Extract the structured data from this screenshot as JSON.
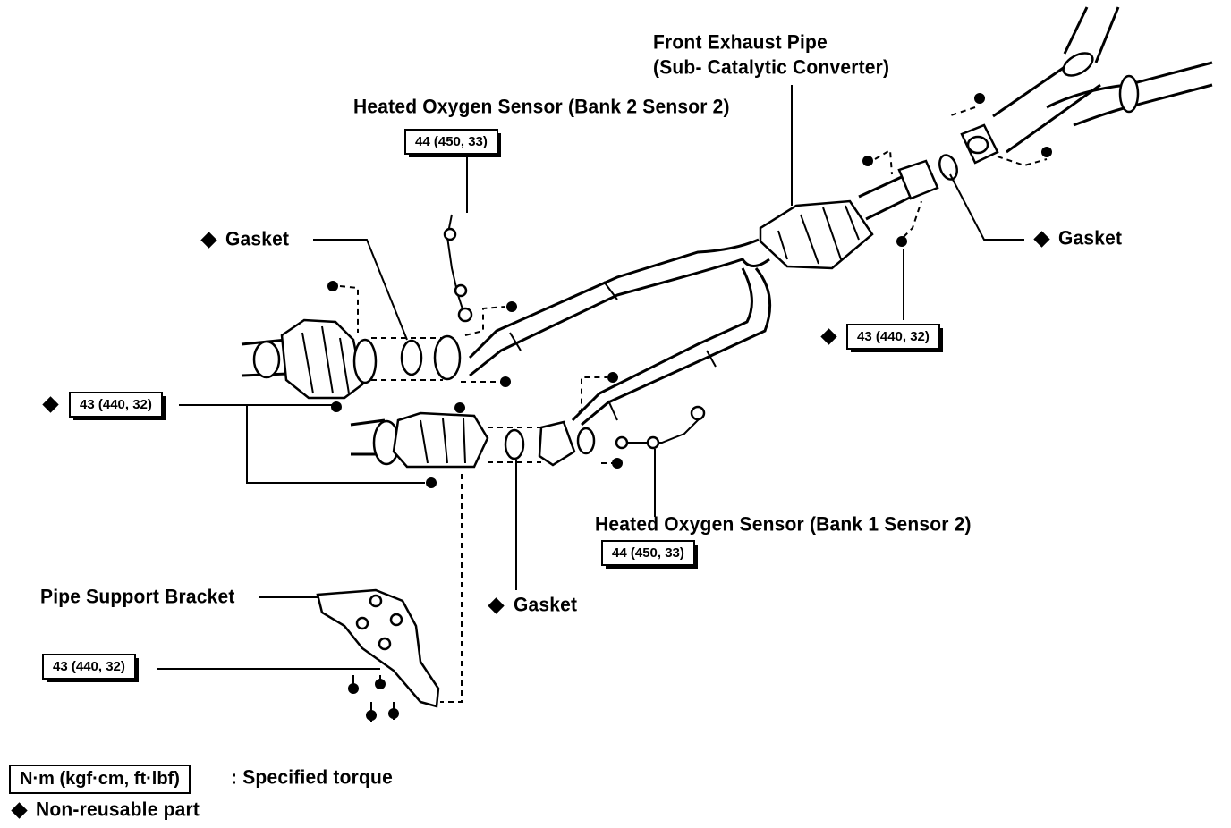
{
  "labels": {
    "front_exhaust_pipe": "Front Exhaust Pipe",
    "sub_catalytic_converter": "(Sub- Catalytic Converter)",
    "ho2s_bank2": "Heated Oxygen Sensor (Bank 2 Sensor 2)",
    "ho2s_bank1": "Heated Oxygen Sensor (Bank 1 Sensor 2)",
    "gasket_top_left": "Gasket",
    "gasket_right": "Gasket",
    "gasket_bottom": "Gasket",
    "pipe_support_bracket": "Pipe Support Bracket"
  },
  "torques": {
    "ho2s_bank2": "44 (450, 33)",
    "ho2s_bank1": "44 (450, 33)",
    "front_pipe_flange": "43 (440, 32)",
    "left_flange": "43 (440, 32)",
    "bracket": "43 (440, 32)"
  },
  "legend": {
    "torque_box": "N·m (kgf·cm, ft·lbf)",
    "torque_text": ": Specified torque",
    "nonreusable_text": "Non-reusable part"
  }
}
